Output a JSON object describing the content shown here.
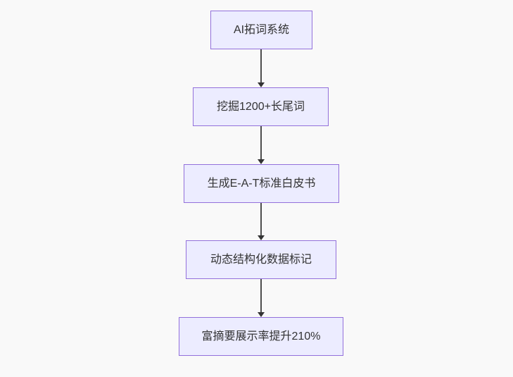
{
  "diagram": {
    "type": "flowchart",
    "direction": "top-down",
    "nodes": [
      {
        "id": "A",
        "label": "AI拓词系统"
      },
      {
        "id": "B",
        "label": "挖掘1200+长尾词"
      },
      {
        "id": "C",
        "label": "生成E-A-T标准白皮书"
      },
      {
        "id": "D",
        "label": "动态结构化数据标记"
      },
      {
        "id": "E",
        "label": "富摘要展示率提升210%"
      }
    ],
    "edges": [
      {
        "from": "A",
        "to": "B"
      },
      {
        "from": "B",
        "to": "C"
      },
      {
        "from": "C",
        "to": "D"
      },
      {
        "from": "D",
        "to": "E"
      }
    ],
    "colors": {
      "node_fill": "#ECECFF",
      "node_border": "#9370DB",
      "edge_line": "#4d4d4d",
      "arrowhead": "#333333",
      "text": "#333333",
      "background": "#f9f9f9"
    }
  }
}
